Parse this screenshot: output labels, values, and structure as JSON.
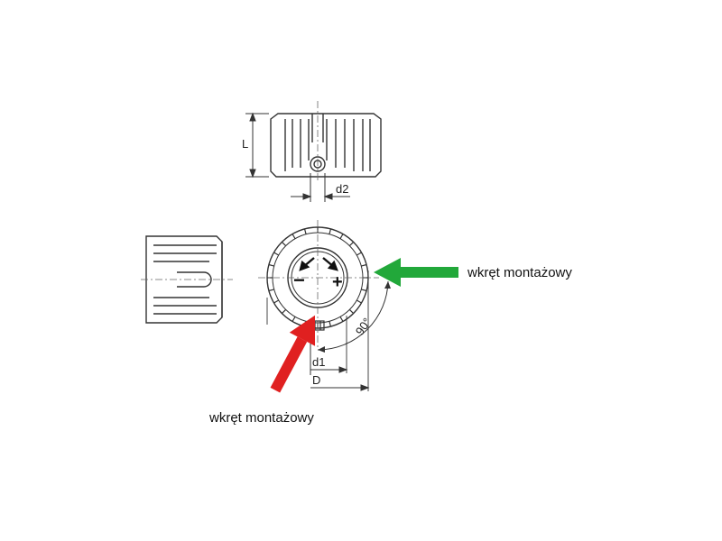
{
  "dimensions": {
    "L": "L",
    "d2": "d2",
    "d1": "d1",
    "D": "D",
    "angle": "90°"
  },
  "symbols": {
    "minus": "−",
    "plus": "+"
  },
  "callouts": {
    "green": "wkręt montażowy",
    "red": "wkręt montażowy"
  },
  "colors": {
    "line": "#333333",
    "green_arrow": "#22a83a",
    "red_arrow": "#e02020"
  }
}
